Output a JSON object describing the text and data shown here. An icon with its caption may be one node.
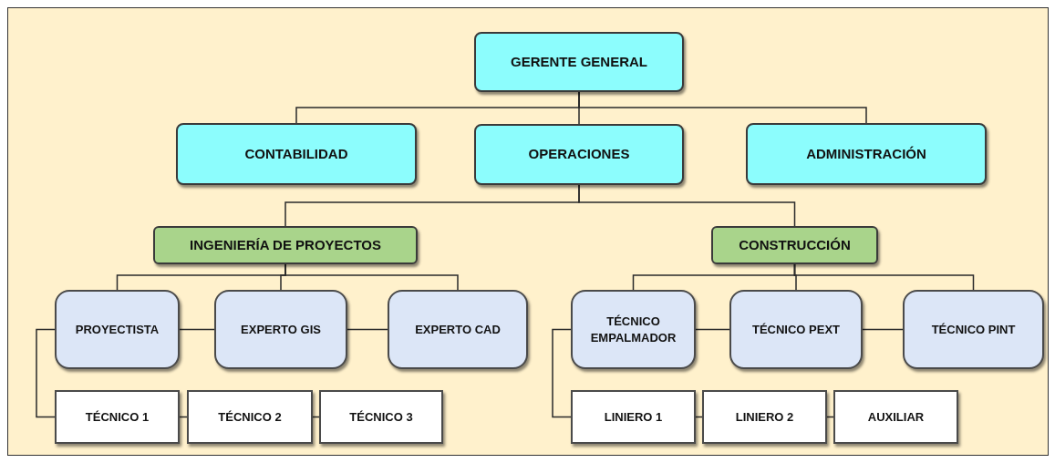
{
  "diagram": {
    "nodes": [
      {
        "text": [
          "GERENTE GENERAL"
        ]
      },
      {
        "text": [
          "CONTABILIDAD"
        ]
      },
      {
        "text": [
          "OPERACIONES"
        ]
      },
      {
        "text": [
          "ADMINISTRACIÓN"
        ]
      },
      {
        "text": [
          "INGENIERÍA DE PROYECTOS"
        ]
      },
      {
        "text": [
          "CONSTRUCCIÓN"
        ]
      },
      {
        "text": [
          "PROYECTISTA"
        ]
      },
      {
        "text": [
          "EXPERTO GIS"
        ]
      },
      {
        "text": [
          "EXPERTO CAD"
        ]
      },
      {
        "text": [
          "TÉCNICO EMPALMADOR"
        ]
      },
      {
        "text": [
          "TÉCNICO PEXT"
        ]
      },
      {
        "text": [
          "TÉCNICO PINT"
        ]
      },
      {
        "text": [
          "TÉCNICO 1"
        ]
      },
      {
        "text": [
          "TÉCNICO 2"
        ]
      },
      {
        "text": [
          "TÉCNICO 3"
        ]
      },
      {
        "text": [
          "LINIERO 1"
        ]
      },
      {
        "text": [
          "LINIERO 2"
        ]
      },
      {
        "text": [
          "AUXILIAR"
        ]
      }
    ],
    "edges": [
      {
        "from": 0,
        "to": 1,
        "arrow": "none"
      },
      {
        "from": 0,
        "to": 2,
        "arrow": "none"
      },
      {
        "from": 0,
        "to": 3,
        "arrow": "none"
      },
      {
        "from": 2,
        "to": 4,
        "arrow": "none"
      },
      {
        "from": 2,
        "to": 5,
        "arrow": "none"
      },
      {
        "from": 4,
        "to": 6,
        "arrow": "none"
      },
      {
        "from": 4,
        "to": 7,
        "arrow": "none"
      },
      {
        "from": 4,
        "to": 8,
        "arrow": "none"
      },
      {
        "from": 6,
        "to": 7,
        "arrow": "none"
      },
      {
        "from": 7,
        "to": 8,
        "arrow": "none"
      },
      {
        "from": 5,
        "to": 9,
        "arrow": "none"
      },
      {
        "from": 5,
        "to": 10,
        "arrow": "none"
      },
      {
        "from": 5,
        "to": 11,
        "arrow": "none"
      },
      {
        "from": 9,
        "to": 10,
        "arrow": "none"
      },
      {
        "from": 10,
        "to": 11,
        "arrow": "none"
      },
      {
        "from": 6,
        "to": 12,
        "arrow": "none"
      },
      {
        "from": 12,
        "to": 13,
        "arrow": "none"
      },
      {
        "from": 13,
        "to": 14,
        "arrow": "none"
      },
      {
        "from": 9,
        "to": 15,
        "arrow": "none"
      },
      {
        "from": 15,
        "to": 16,
        "arrow": "none"
      },
      {
        "from": 16,
        "to": 17,
        "arrow": "none"
      }
    ]
  }
}
